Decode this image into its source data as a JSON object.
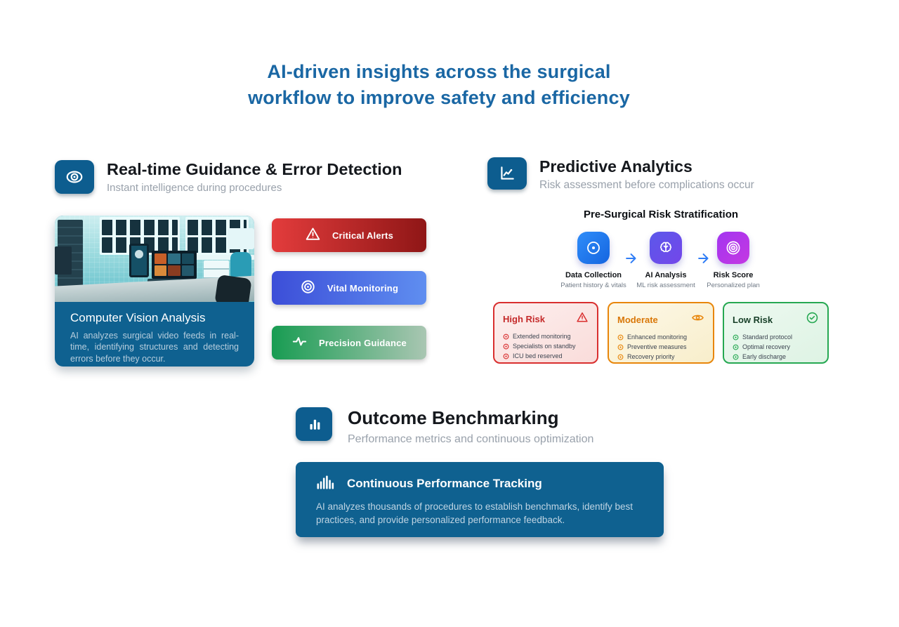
{
  "page": {
    "title_line1": "AI-driven insights across the surgical",
    "title_line2": "workflow to improve safety and efficiency"
  },
  "realtime_section": {
    "icon": "eye-icon",
    "title": "Real-time Guidance & Error Detection",
    "subtitle": "Instant intelligence during procedures",
    "vision_card": {
      "title": "Computer Vision Analysis",
      "description": "AI analyzes surgical video feeds in real-time, identifying structures and detecting errors before they occur."
    },
    "buttons": [
      {
        "label": "Critical Alerts",
        "icon": "warning-triangle-icon",
        "gradient_start": "#e33c3c",
        "gradient_end": "#8f1616"
      },
      {
        "label": "Vital Monitoring",
        "icon": "target-icon",
        "gradient_start": "#3c4ed8",
        "gradient_end": "#5f8ef0"
      },
      {
        "label": "Precision Guidance",
        "icon": "pulse-icon",
        "gradient_start": "#189c52",
        "gradient_end": "#a9c6b2"
      }
    ]
  },
  "predictive_section": {
    "icon": "line-chart-icon",
    "title": "Predictive Analytics",
    "subtitle": "Risk assessment before complications occur",
    "diagram": {
      "title": "Pre-Surgical Risk Stratification",
      "steps": [
        {
          "label": "Data Collection",
          "sublabel": "Patient history & vitals",
          "icon": "circle-dot-icon",
          "gradient_start": "#2f8df9",
          "gradient_end": "#1565e0"
        },
        {
          "label": "AI Analysis",
          "sublabel": "ML risk assessment",
          "icon": "brain-icon",
          "gradient_start": "#5b58ea",
          "gradient_end": "#7446ea"
        },
        {
          "label": "Risk Score",
          "sublabel": "Personalized plan",
          "icon": "concentric-rings-icon",
          "gradient_start": "#a335f0",
          "gradient_end": "#c438e2"
        }
      ],
      "risk_cards": [
        {
          "title": "High Risk",
          "icon": "warning-triangle-icon",
          "accent": "#d92f2f",
          "items": [
            "Extended monitoring",
            "Specialists on standby",
            "ICU bed reserved"
          ]
        },
        {
          "title": "Moderate",
          "icon": "eye-icon",
          "accent": "#e8860b",
          "items": [
            "Enhanced monitoring",
            "Preventive measures",
            "Recovery priority"
          ]
        },
        {
          "title": "Low Risk",
          "icon": "check-circle-icon",
          "accent": "#26a852",
          "items": [
            "Standard protocol",
            "Optimal recovery",
            "Early discharge"
          ]
        }
      ]
    }
  },
  "outcome_section": {
    "icon": "bar-chart-icon",
    "title": "Outcome Benchmarking",
    "subtitle": "Performance metrics and continuous optimization",
    "tracking_card": {
      "icon": "equalizer-icon",
      "title": "Continuous Performance Tracking",
      "description": "AI analyzes thousands of procedures to establish benchmarks, identify best practices, and provide personalized performance feedback."
    }
  },
  "colors": {
    "heading_blue": "#1a67a4",
    "section_icon_bg": "#0d5d8f",
    "panel_blue": "#0f6190",
    "text_dark": "#15181d",
    "text_gray": "#99a1ab",
    "high_risk_accent": "#d92f2f",
    "moderate_accent": "#e8860b",
    "low_risk_accent": "#26a852",
    "arrow_blue": "#2f7df6"
  }
}
